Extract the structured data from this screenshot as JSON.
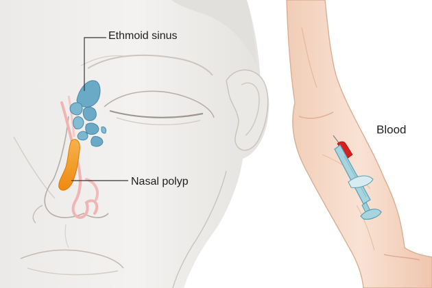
{
  "labels": {
    "ethmoid": "Ethmoid sinus",
    "polyp": "Nasal polyp",
    "blood": "Blood"
  },
  "colors": {
    "skin_face": "#f0efed",
    "skin_arm": "#f6d9c7",
    "outline": "#b9aea8",
    "sinus": "#69a9c4",
    "polyp": "#f49a24",
    "nasal_tissue": "#f3b8b6",
    "syringe": "#9ccfdb",
    "blood": "#d61f1f"
  }
}
